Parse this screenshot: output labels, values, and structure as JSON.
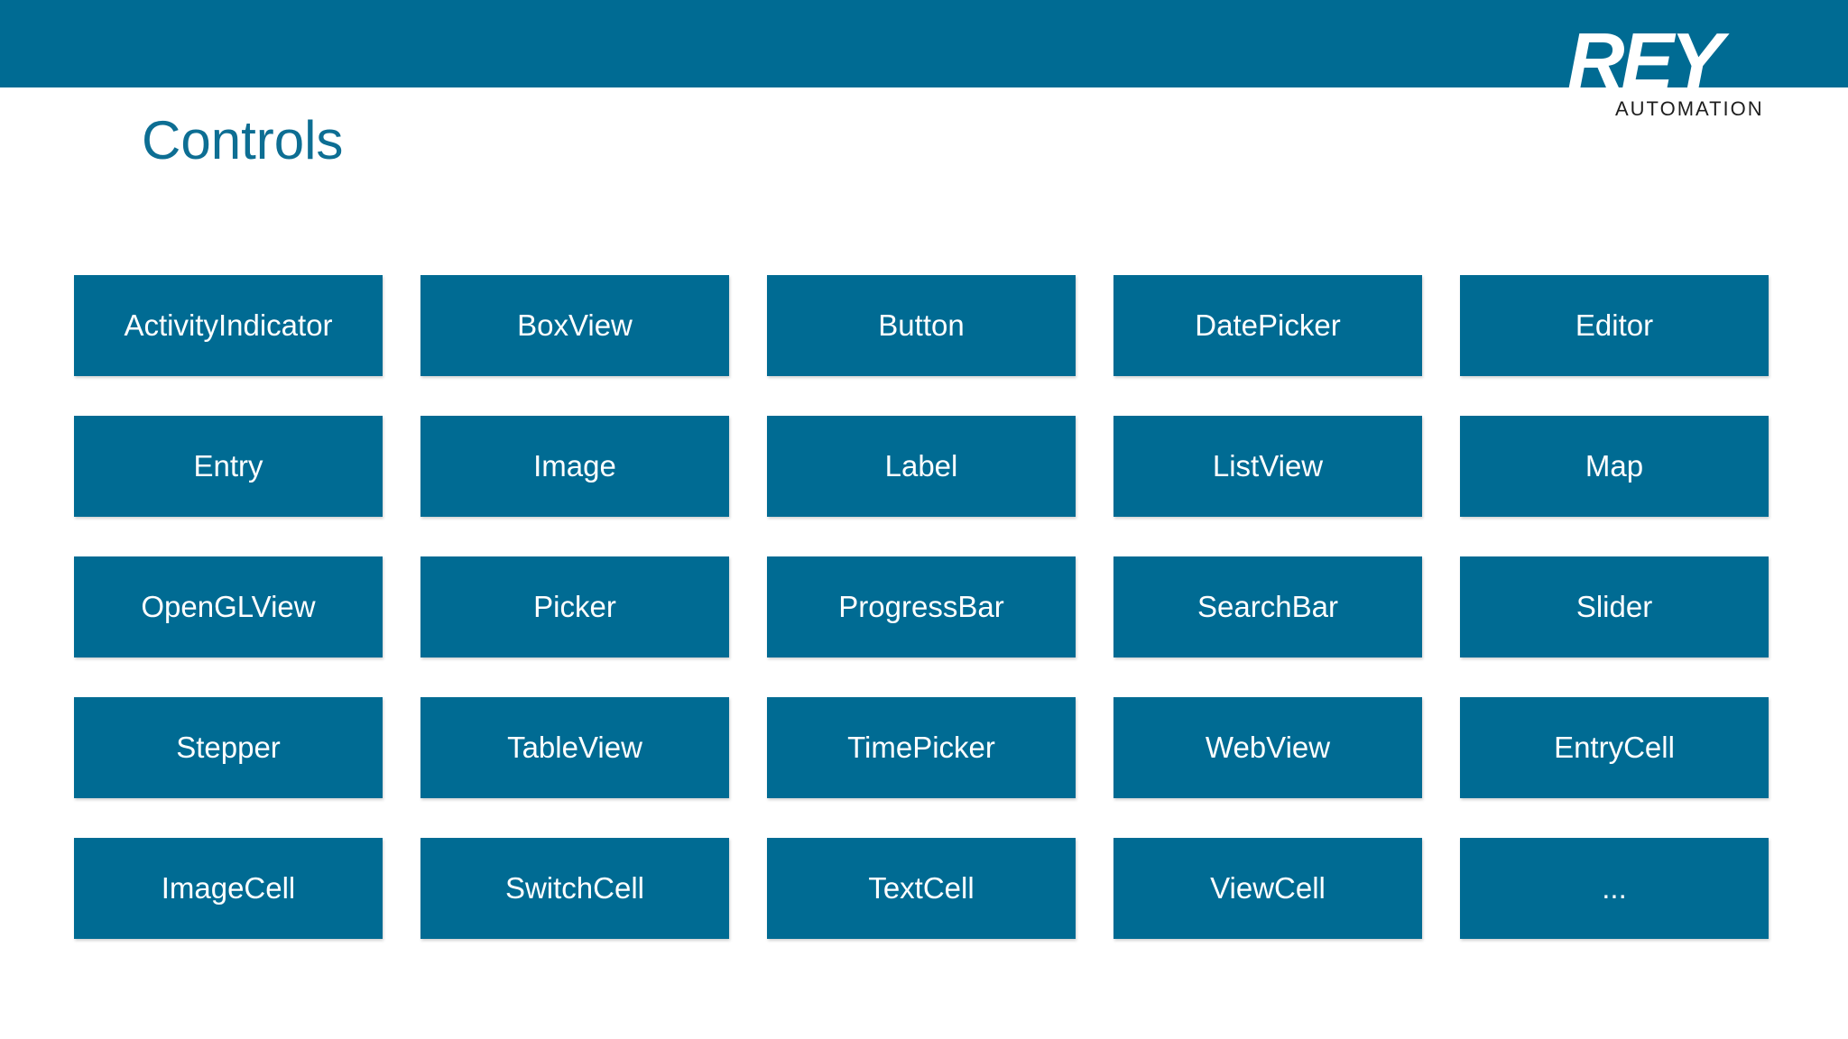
{
  "header": {
    "logo_text": "REY",
    "logo_subtext": "AUTOMATION"
  },
  "title": "Controls",
  "controls": [
    "ActivityIndicator",
    "BoxView",
    "Button",
    "DatePicker",
    "Editor",
    "Entry",
    "Image",
    "Label",
    "ListView",
    "Map",
    "OpenGLView",
    "Picker",
    "ProgressBar",
    "SearchBar",
    "Slider",
    "Stepper",
    "TableView",
    "TimePicker",
    "WebView",
    "EntryCell",
    "ImageCell",
    "SwitchCell",
    "TextCell",
    "ViewCell",
    "..."
  ],
  "colors": {
    "brand_blue": "#006b93",
    "title_blue": "#0d6e93",
    "tile_text": "#ffffff"
  }
}
